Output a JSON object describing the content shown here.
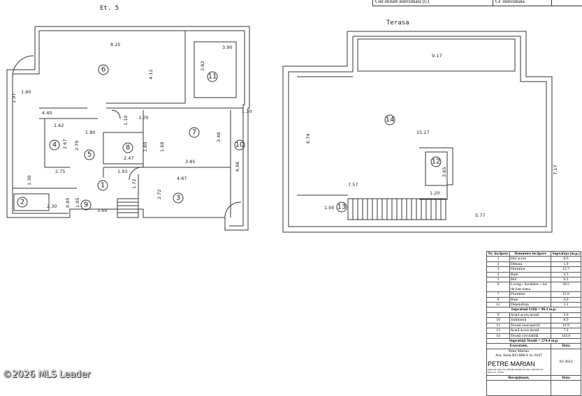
{
  "header": {
    "cod_unitate": "Cod unitate individuală (U)",
    "cf": "CF individuală"
  },
  "plan_left": {
    "title": "Et. 5",
    "dims": [
      "8.25",
      "3.90",
      "4.12",
      "3.82",
      "1.80",
      "1.97",
      "4.40",
      "1.30",
      "3.70",
      "1.10",
      "1.62",
      "1.80",
      "3.48",
      "2.67",
      "2.70",
      "1.60",
      "1.68",
      "6.86",
      "2.47",
      "3.85",
      "2.75",
      "1.93",
      "4.67",
      "1.72",
      "1.30",
      "2.72",
      "2.30",
      "0.85",
      "1.05",
      "3.60"
    ],
    "rooms": [
      "6",
      "11",
      "7",
      "8",
      "4",
      "5",
      "10",
      "1",
      "3",
      "2",
      "9"
    ]
  },
  "plan_right": {
    "title": "Terasa",
    "dims": [
      "9.17",
      "15.27",
      "6.74",
      "2.65",
      "7.17",
      "7.57",
      "1.20",
      "1.00",
      "5.77"
    ],
    "rooms": [
      "14",
      "12",
      "13"
    ]
  },
  "legend": {
    "headers": [
      "Nr. încăpere",
      "Denumire încăpere",
      "Suprafața (m.p.)"
    ],
    "rows": [
      [
        "1",
        "Hol acces",
        "8.6"
      ],
      [
        "2",
        "Debara",
        "1.9"
      ],
      [
        "3",
        "Dormitor",
        "12.7"
      ],
      [
        "4",
        "Baie",
        "4.3"
      ],
      [
        "5",
        "Hol",
        "6.2"
      ],
      [
        "6",
        "Living+ bucătărie + loc de luat masa",
        "39.5"
      ],
      [
        "7",
        "Dormitor",
        "15.8"
      ],
      [
        "8",
        "Baie",
        "4.0"
      ],
      [
        "12",
        "Dependința",
        "3.2"
      ]
    ],
    "util": "Suprafață Utilă = 96.2 m.p.",
    "rows2": [
      [
        "9",
        "Scară acces terasă",
        "3.6"
      ],
      [
        "10",
        "Jardinieră",
        "8.9"
      ],
      [
        "11",
        "Terasă neacoperită",
        "14.9"
      ],
      [
        "13",
        "Scară acces terasă",
        "7.2"
      ],
      [
        "14",
        "Terasă circulabilă",
        "143.6"
      ]
    ],
    "total": "Suprafață Totală = 274.4 m.p.",
    "executant": "Executant,",
    "data": "Data",
    "exec_name": "Petre Marian",
    "exec_aut": "Aut. Seria RO-MB-F nr. 0107",
    "exec_date": "02-2023",
    "signature": "PETRE MARIAN",
    "signature_note": "Digitally signed by PETRE MARIAN Date: 2023.03.28 08:51:51 +03'00'",
    "receptionat": "Recepționat,",
    "data2": "Data"
  },
  "watermark": "©2026 MLS Leader"
}
